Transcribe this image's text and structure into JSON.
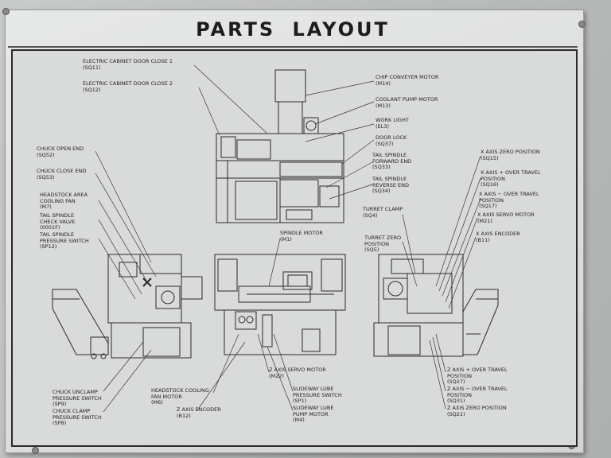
{
  "title": "PARTS LAYOUT",
  "labels": {
    "sq11": "ELECTRIC CABINET DOOR CLOSE 1\n(SQ11)",
    "sq12": "ELECTRIC CABINET DOOR CLOSE 2\n(SQ12)",
    "m14": "CHIP CONVEYER MOTOR\n(M14)",
    "m13": "COOLANT PUMP MOTOR\n(M13)",
    "el3": "WORK LIGHT\n(EL3)",
    "sq37": "DOOR LOCK\n(SQ37)",
    "sq33": "TAIL SPINDLE\nFORWARD END\n(SQ33)",
    "sq34": "TAIL SPINDLE\nREVERSE END\n(SQ34)",
    "sq52": "CHUCK OPEN END\n(SQ52)",
    "sq53": "CHUCK CLOSE END\n(SQ53)",
    "m7": "HEADSTOCK AREA\nCOOLING FAN\n(M7)",
    "valve": "TAIL SPINDLE\nCHECK VALVE\n(0001F)",
    "sp12": "TAIL SPINDLE\nPRESSURE SWITCH\n(SP12)",
    "m1": "SPINDLE MOTOR\n(M1)",
    "sq4": "TURRET CLAMP\n(SQ4)",
    "sq5": "TURRET ZERO\nPOSITION\n(SQ5)",
    "sq15": "X AXIS ZERO POSITION\n(SQ15)",
    "sq16": "X AXIS + OVER TRAVEL\nPOSITION\n(SQ16)",
    "sq17": "X AXIS − OVER TRAVEL\nPOSITION\n(SQ17)",
    "m21": "X AXIS SERVO MOTOR\n(M21)",
    "b11": "X AXIS ENCODER\n(B11)",
    "m22": "Z AXIS SERVO MOTOR\n(M22)",
    "sp1": "SLIDEWAY LUBE\nPRESSURE SWITCH\n(SP1)",
    "m4": "SLIDEWAY LUBE\nPUMP MOTOR\n(M4)",
    "sp9": "CHUCK UNCLAMP\nPRESSURE SWITCH\n(SP9)",
    "sp8": "CHUCK CLAMP\nPRESSURE SWITCH\n(SP8)",
    "m6": "HEADSTOCK COOLING\nFAN MOTOR\n(M6)",
    "b12": "Z AXIS ENCODER\n(B12)",
    "sq27": "Z AXIS + OVER TRAVEL\nPOSITION\n(SQ27)",
    "sq31": "Z AXIS − OVER TRAVEL\nPOSITION\n(SQ31)",
    "sq21": "Z AXIS ZERO POSITION\n(SQ21)"
  }
}
